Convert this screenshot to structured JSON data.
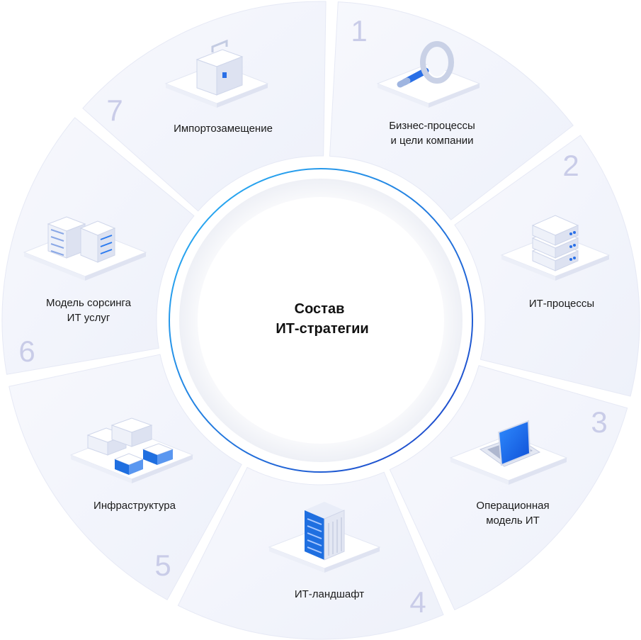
{
  "center": {
    "title_line1": "Состав",
    "title_line2": "ИТ-стратегии"
  },
  "segments": [
    {
      "number": "1",
      "label_line1": "Бизнес-процессы",
      "label_line2": "и цели компании",
      "icon": "magnifier-icon"
    },
    {
      "number": "2",
      "label_line1": "ИТ-процессы",
      "label_line2": "",
      "icon": "server-stack-icon"
    },
    {
      "number": "3",
      "label_line1": "Операционная",
      "label_line2": "модель ИТ",
      "icon": "laptop-icon"
    },
    {
      "number": "4",
      "label_line1": "ИТ-ландшафт",
      "label_line2": "",
      "icon": "server-rack-icon"
    },
    {
      "number": "5",
      "label_line1": "Инфраструктура",
      "label_line2": "",
      "icon": "datacenter-icon"
    },
    {
      "number": "6",
      "label_line1": "Модель сорсинга",
      "label_line2": "ИТ услуг",
      "icon": "office-buildings-icon"
    },
    {
      "number": "7",
      "label_line1": "Импортозамещение",
      "label_line2": "",
      "icon": "briefcase-icon"
    }
  ],
  "colors": {
    "segment_fill": "#f2f4fb",
    "segment_edge": "#e6e9f5",
    "number": "#c9cce8",
    "ring_start": "#29b6f6",
    "ring_end": "#1e40c8",
    "accent_blue": "#1f6fe0"
  }
}
